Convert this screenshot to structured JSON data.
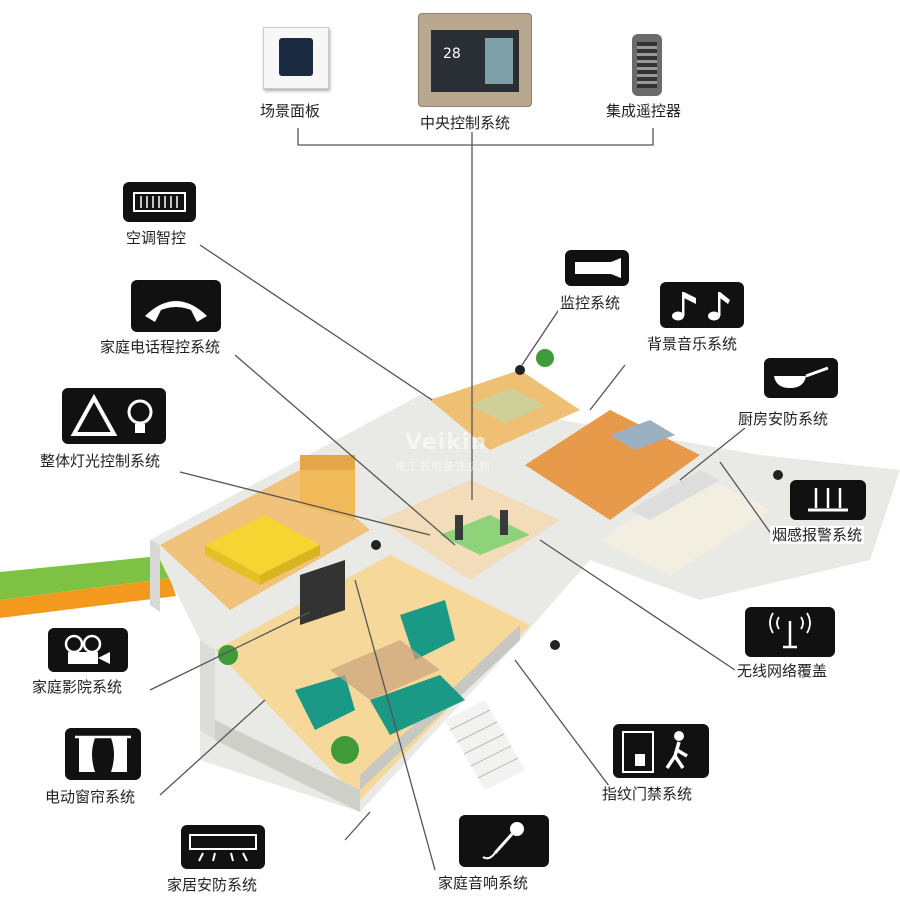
{
  "devices": {
    "scene_panel": "场景面板",
    "central_control": "中央控制系统",
    "remote": "集成遥控器",
    "screen_temp": "28"
  },
  "labels": {
    "ac": "空调智控",
    "phone": "家庭电话程控系统",
    "lighting": "整体灯光控制系统",
    "cinema": "家庭影院系统",
    "curtain": "电动窗帘系统",
    "security": "家居安防系统",
    "audio": "家庭音响系统",
    "fingerprint": "指纹门禁系统",
    "wireless": "无线网络覆盖",
    "smoke": "烟感报警系统",
    "kitchen": "厨房安防系统",
    "music": "背景音乐系统",
    "monitor": "监控系统"
  },
  "watermark": {
    "brand": "Veikin",
    "sub": "唯工弱电装饰机构"
  },
  "colors": {
    "icon_bg": "#111111",
    "floor": "#f0c27a",
    "wall": "#f4f4f2",
    "sofa": "#1a9a86",
    "bed": "#f5d531",
    "stripe_green": "#7dc242",
    "stripe_orange": "#f39a1e"
  }
}
